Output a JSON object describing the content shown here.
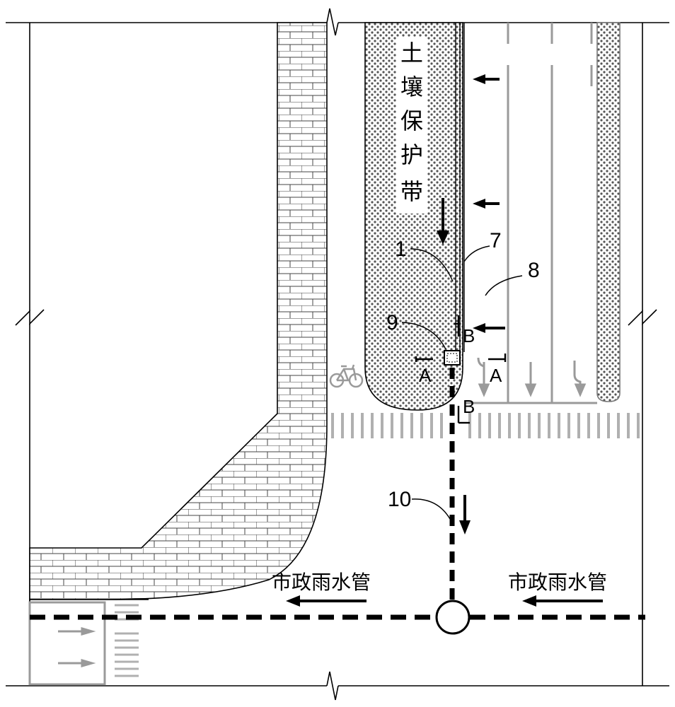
{
  "diagram": {
    "soil_protection_band_chars": [
      "土",
      "壤",
      "保",
      "护",
      "带"
    ],
    "callouts": {
      "c1": "1",
      "c7": "7",
      "c8": "8",
      "c9": "9",
      "c10": "10"
    },
    "section_marks": {
      "a_left": "A",
      "a_right": "A",
      "b_top": "B",
      "b_bottom": "B"
    },
    "pipe_label_left": "市政雨水管",
    "pipe_label_right": "市政雨水管",
    "icons": [
      "bicycle-icon",
      "left-arrow-icon",
      "down-arrow-icon",
      "lane-arrow-icon"
    ],
    "colors": {
      "line": "#000000",
      "lane_marking": "#9a9a9a",
      "background": "#ffffff"
    }
  }
}
